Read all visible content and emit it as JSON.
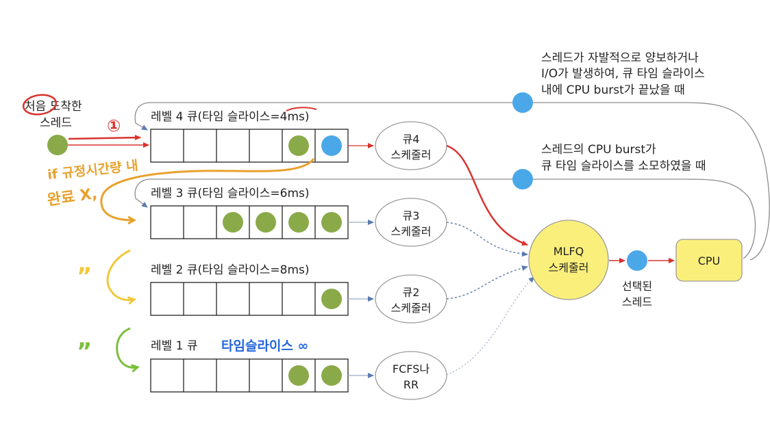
{
  "colors": {
    "green": "#8aaa4a",
    "blue": "#4aa8e8",
    "red": "#d8332d",
    "orange": "#e8a12c",
    "yellow_hand": "#f0c83a",
    "green_hand": "#7bbf3c",
    "blue_hand": "#2266dd",
    "yellow_node": "#fbef7c",
    "line_gray": "#8c8c8c",
    "flow_blue": "#6e87b5"
  },
  "new_thread": {
    "line1": "처음 도착한",
    "line2": "스레드"
  },
  "queues": [
    {
      "id": "q4",
      "label": "레벨 4 큐(타임 슬라이스=4ms)",
      "cells": [
        "empty",
        "empty",
        "empty",
        "empty",
        "green",
        "blue"
      ],
      "scheduler": [
        "큐4",
        "스케줄러"
      ]
    },
    {
      "id": "q3",
      "label": "레벨 3 큐(타임 슬라이스=6ms)",
      "cells": [
        "empty",
        "empty",
        "green",
        "green",
        "green",
        "green"
      ],
      "scheduler": [
        "큐3",
        "스케줄러"
      ]
    },
    {
      "id": "q2",
      "label": "레벨 2 큐(타임 슬라이스=8ms)",
      "cells": [
        "empty",
        "empty",
        "empty",
        "empty",
        "empty",
        "green"
      ],
      "scheduler": [
        "큐2",
        "스케줄러"
      ]
    },
    {
      "id": "q1",
      "label": "레벨 1 큐",
      "cells": [
        "empty",
        "empty",
        "empty",
        "empty",
        "green",
        "green"
      ],
      "scheduler": [
        "FCFS나",
        "RR"
      ]
    }
  ],
  "mlfq": {
    "line1": "MLFQ",
    "line2": "스케줄러"
  },
  "selected_thread": {
    "line1": "선택된",
    "line2": "스레드"
  },
  "cpu": {
    "label": "CPU"
  },
  "note_yield": {
    "line1": "스레드가 자발적으로 양보하거나",
    "line2": "I/O가 발생하여, 큐 타임 슬라이스",
    "line3": "내에 CPU burst가 끝났을 때"
  },
  "note_exhaust": {
    "line1": "스레드의 CPU burst가",
    "line2": "큐 타임 슬라이스를 소모하였을 때"
  },
  "handwriting": {
    "number_one": "①",
    "orange_line1": "if 규정시간량 내",
    "orange_line2": "완료 X,",
    "ditto_yellow": "”",
    "ditto_green": "”",
    "blue_note": "타임슬라이스 ∞"
  }
}
